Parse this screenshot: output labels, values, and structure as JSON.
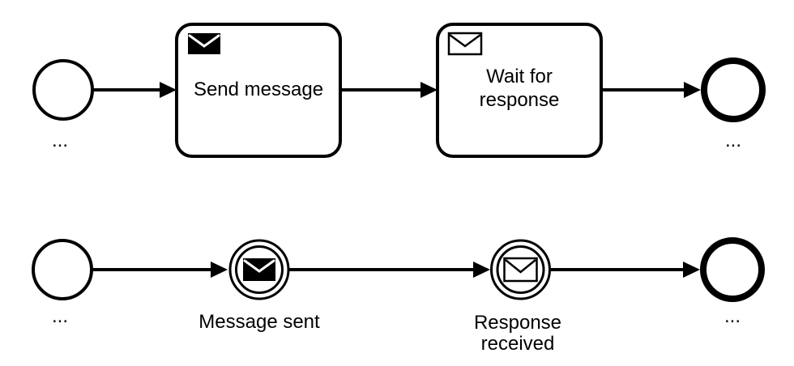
{
  "diagram": {
    "type": "bpmn-process-diagram",
    "colors": {
      "background": "#ffffff",
      "stroke": "#000000",
      "shape_fill": "#ffffff",
      "text": "#000000"
    },
    "task_flow": {
      "start_event": {
        "label": "..."
      },
      "send_task": {
        "label": "Send message",
        "icon": "filled-envelope"
      },
      "receive_task": {
        "label_line1": "Wait for",
        "label_line2": "response",
        "icon": "outline-envelope"
      },
      "end_event": {
        "label": "..."
      }
    },
    "event_flow": {
      "start_event": {
        "label": "..."
      },
      "message_throw_event": {
        "label": "Message sent",
        "icon": "filled-envelope"
      },
      "message_catch_event": {
        "label_line1": "Response",
        "label_line2": "received",
        "icon": "outline-envelope"
      },
      "end_event": {
        "label": "..."
      }
    }
  }
}
